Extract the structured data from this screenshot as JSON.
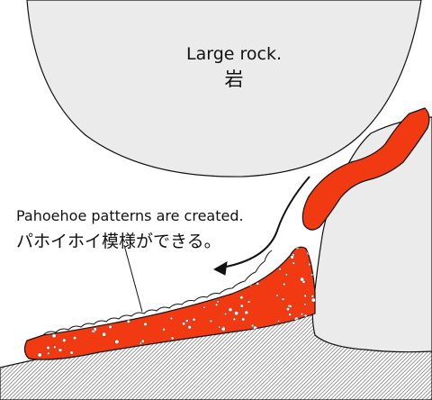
{
  "labels": {
    "rock_title_en": "Large rock.",
    "rock_title_ja": "岩",
    "callout_en": "Pahoehoe patterns are created.",
    "callout_ja": "パホイホイ模様ができる。"
  },
  "colors": {
    "lava": "#f23a12",
    "rock_fill": "#ebebeb",
    "outline": "#111111",
    "ground_fill": "#b4b4b4",
    "bubbles": "#ffffff"
  },
  "icons": {
    "flow_arrow": "curved-arrow-icon"
  }
}
